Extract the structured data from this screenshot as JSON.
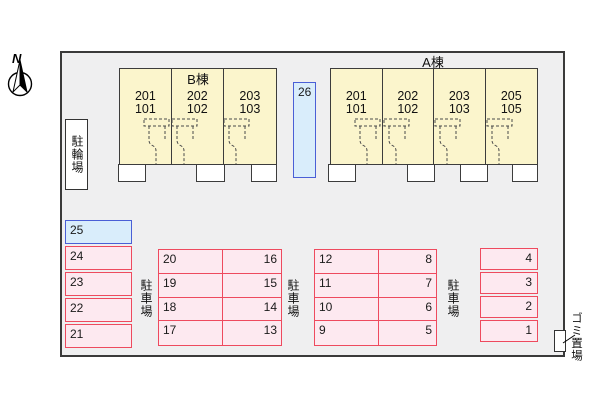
{
  "compass": {
    "label": "N"
  },
  "site": {
    "buildings": [
      {
        "name": "B棟",
        "units": [
          {
            "line1": "201",
            "line2": "101"
          },
          {
            "line1": "202",
            "line2": "102"
          },
          {
            "line1": "203",
            "line2": "103"
          }
        ]
      },
      {
        "name": "A棟",
        "units": [
          {
            "line1": "201",
            "line2": "101"
          },
          {
            "line1": "202",
            "line2": "102"
          },
          {
            "line1": "203",
            "line2": "103"
          },
          {
            "line1": "205",
            "line2": "105"
          }
        ]
      }
    ],
    "bicycle_parking_label": "駐輪場",
    "parking_area_label": "駐車場",
    "garbage_area_label": "ゴミ置場",
    "parking": {
      "left_column": [
        "25",
        "24",
        "23",
        "22",
        "21"
      ],
      "west_block": {
        "left": [
          "20",
          "19",
          "18",
          "17"
        ],
        "right": [
          "16",
          "15",
          "14",
          "13"
        ]
      },
      "east_block": {
        "left": [
          "12",
          "11",
          "10",
          "9"
        ],
        "right": [
          "8",
          "7",
          "6",
          "5"
        ]
      },
      "right_column": [
        "4",
        "3",
        "2",
        "1"
      ],
      "side_space": "26",
      "blue_spaces": [
        "25",
        "26"
      ]
    }
  },
  "colors": {
    "site_bg": "#efeff0",
    "building_fill": "#fbf5cc",
    "building_border": "#3c3c3c",
    "parking_fill": "#fde9f0",
    "parking_border": "#ee4a5e",
    "blue_fill": "#d9edfb",
    "blue_border": "#4a5fd6",
    "outline": "#333333"
  }
}
